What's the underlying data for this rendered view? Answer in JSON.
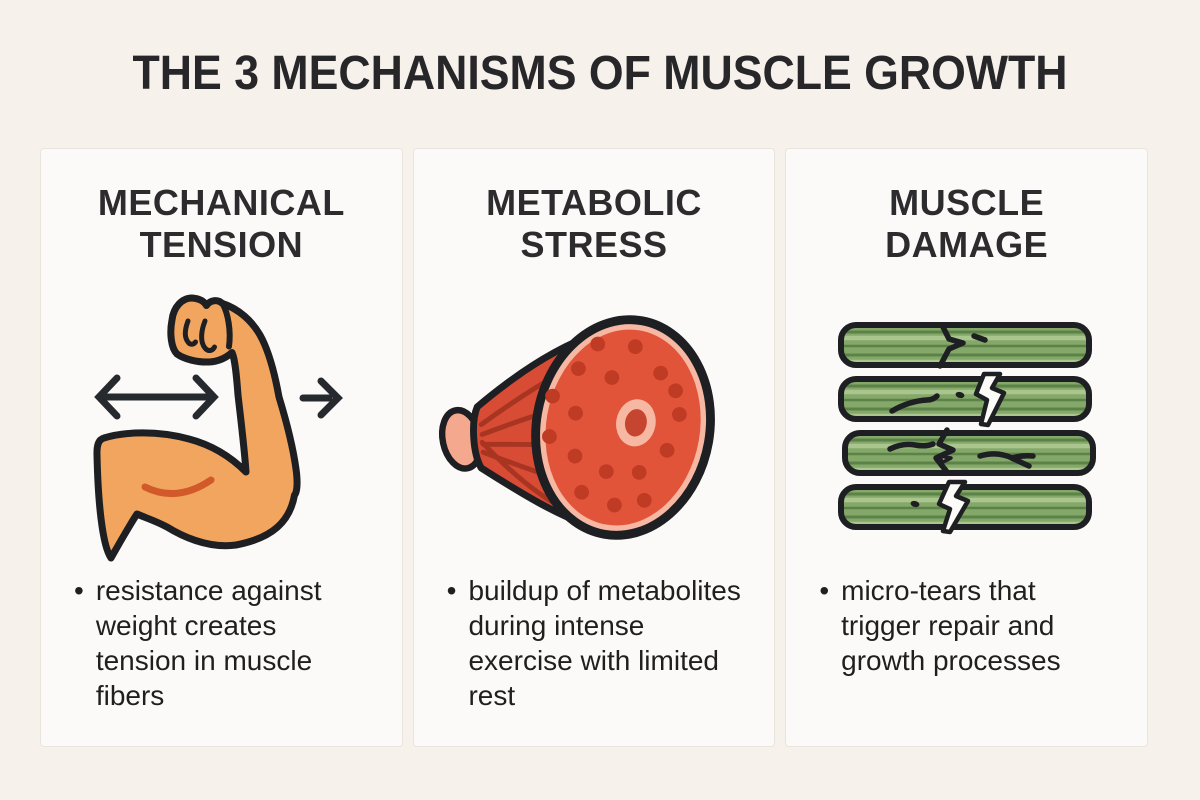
{
  "title": "THE 3 MECHANISMS OF MUSCLE GROWTH",
  "bullet_char": "•",
  "columns": [
    {
      "heading": "MECHANICAL\nTENSION",
      "icon": "flexed-bicep-with-tension-arrows",
      "bullet": "resistance against\nweight creates\ntension in muscle\nfibers"
    },
    {
      "heading": "METABOLIC\nSTRESS",
      "icon": "muscle-cross-section",
      "bullet": "buildup of metabolites\nduring intense\nexercise with limited\nrest"
    },
    {
      "heading": "MUSCLE\nDAMAGE",
      "icon": "torn-muscle-fibers",
      "bullet": "micro-tears that\ntrigger repair and\ngrowth processes"
    }
  ],
  "colors": {
    "page_bg": "#f7f1ec",
    "card_bg": "#fcfaf8",
    "card_border": "#eae4de",
    "heading_text": "#2c2c2e",
    "body_text": "#1f1f1f",
    "outline_black": "#1d1f22",
    "arm_orange": "#f2a55e",
    "arm_crease_red": "#d2592a",
    "muscle_face_red": "#e2543a",
    "muscle_cone_red": "#d84b34",
    "muscle_ring_pink": "#f6b7a3",
    "muscle_dot_red": "#c03b24",
    "muscle_center_red": "#c64530",
    "tendon_pink": "#f4a88e",
    "fiber_green": "#84a869",
    "fiber_stripe_dark": "#5d8248",
    "fiber_stripe_light": "#aac68e",
    "crack_white": "#fdfbf7"
  }
}
